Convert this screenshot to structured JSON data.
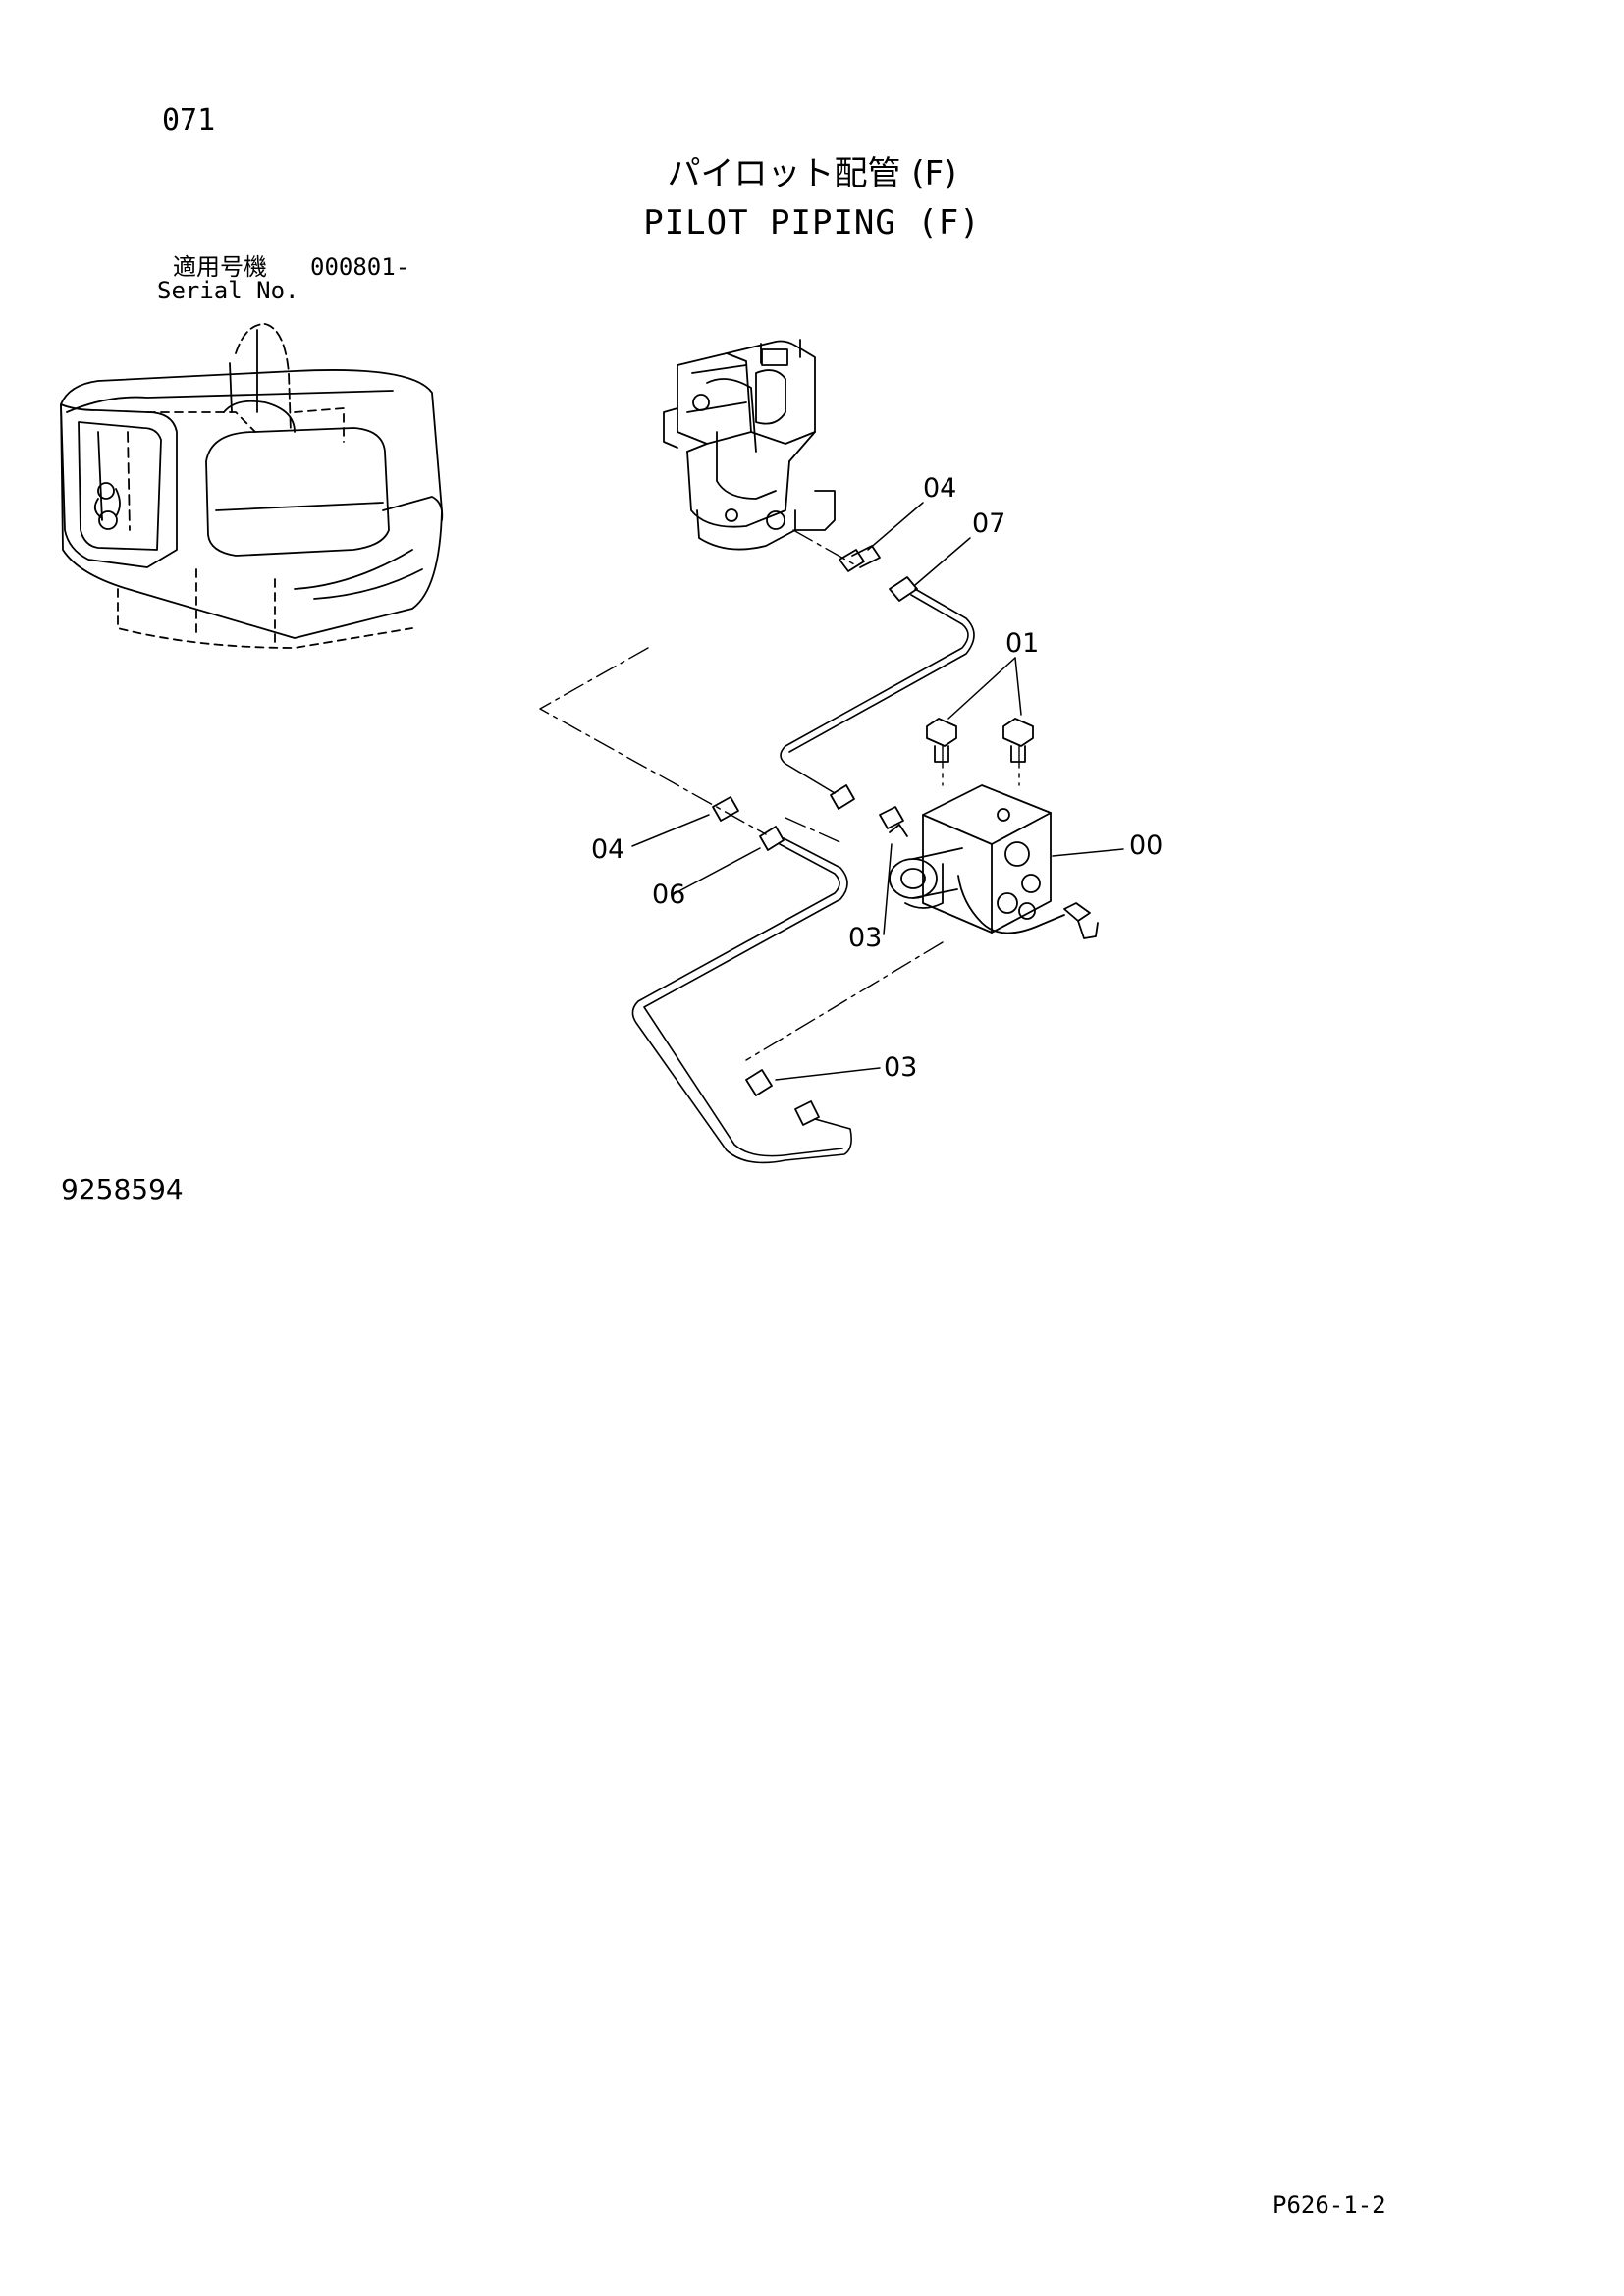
{
  "header": {
    "page_number": "071",
    "title_jp": "パイロット配管 (F)",
    "title_en": "PILOT PIPING (F)",
    "serial_label_jp": "適用号機",
    "serial_range": "000801-",
    "serial_label_en": "Serial No."
  },
  "callouts": [
    {
      "id": "c-04-top",
      "label": "04"
    },
    {
      "id": "c-07",
      "label": "07"
    },
    {
      "id": "c-01",
      "label": "01"
    },
    {
      "id": "c-00",
      "label": "00"
    },
    {
      "id": "c-04-left",
      "label": "04"
    },
    {
      "id": "c-06",
      "label": "06"
    },
    {
      "id": "c-03-mid",
      "label": "03"
    },
    {
      "id": "c-03-bottom",
      "label": "03"
    }
  ],
  "footer": {
    "drawing_number": "9258594",
    "sheet_number": "P626-1-2"
  }
}
